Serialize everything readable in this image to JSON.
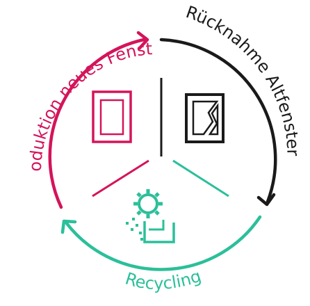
{
  "labels": {
    "production": "Produktion neues Fenster",
    "takeback": "Rücknahme Altfenster",
    "recycling": "Recycling"
  },
  "colors": {
    "production": "#d4145a",
    "takeback": "#1a1a1a",
    "recycling": "#2bbf9a"
  },
  "icons": {
    "new_window": "new-window-icon",
    "broken_window": "broken-window-icon",
    "recycling": "recycling-gear-icon"
  }
}
